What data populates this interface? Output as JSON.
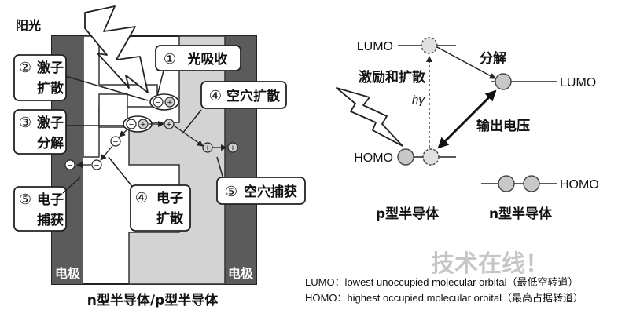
{
  "left_diagram": {
    "sunlight_label": "阳光",
    "electrode_left": "电极",
    "electrode_right": "电极",
    "caption": "n型半导体/p型半导体",
    "steps": [
      {
        "num": "①",
        "text": "光吸收"
      },
      {
        "num": "②",
        "text_line1": "激子",
        "text_line2": "扩散"
      },
      {
        "num": "③",
        "text_line1": "激子",
        "text_line2": "分解"
      },
      {
        "num": "④",
        "text": "空穴扩散"
      },
      {
        "num": "④",
        "text_line1": "电子",
        "text_line2": "扩散"
      },
      {
        "num": "⑤",
        "text_line1": "电子",
        "text_line2": "捕获"
      },
      {
        "num": "⑤",
        "text": "空穴捕获"
      }
    ],
    "symbols": {
      "minus": "−",
      "plus": "+"
    }
  },
  "right_diagram": {
    "lumo_left": "LUMO",
    "homo_left": "HOMO",
    "lumo_right": "LUMO",
    "homo_right": "HOMO",
    "excitation_label": "激励和扩散",
    "photon_label": "hγ",
    "dissociation_label": "分解",
    "voltage_label": "输出电压",
    "p_caption": "p型半导体",
    "n_caption": "n型半导体"
  },
  "footnotes": {
    "lumo_def": "LUMO：lowest unoccupied molecular orbital（最低空转道）",
    "homo_def": "HOMO：highest occupied molecular orbital（最高占据转道）"
  },
  "watermark": "技术在线！"
}
